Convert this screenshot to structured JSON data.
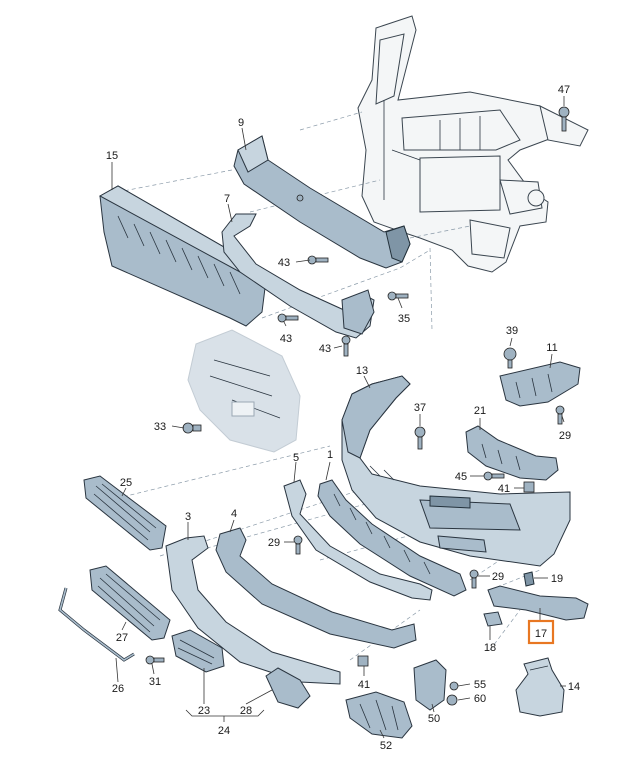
{
  "diagram": {
    "labels": {
      "p1": "1",
      "p3": "3",
      "p4": "4",
      "p5": "5",
      "p7": "7",
      "p9": "9",
      "p11": "11",
      "p13": "13",
      "p14": "14",
      "p15": "15",
      "p17": "17",
      "p18": "18",
      "p19": "19",
      "p21": "21",
      "p23": "23",
      "p24": "24",
      "p25": "25",
      "p26": "26",
      "p27": "27",
      "p28": "28",
      "p29a": "29",
      "p29b": "29",
      "p29c": "29",
      "p31": "31",
      "p33": "33",
      "p35": "35",
      "p37": "37",
      "p39": "39",
      "p41a": "41",
      "p41b": "41",
      "p43a": "43",
      "p43b": "43",
      "p43c": "43",
      "p45": "45",
      "p47": "47",
      "p50": "50",
      "p52": "52",
      "p55": "55",
      "p60": "60"
    },
    "highlight": {
      "part": "17",
      "color": "#e87722"
    },
    "colors": {
      "part_fill": "#a9bccb",
      "outline": "#2a3540",
      "frame_fill": "#f4f6f7"
    }
  }
}
